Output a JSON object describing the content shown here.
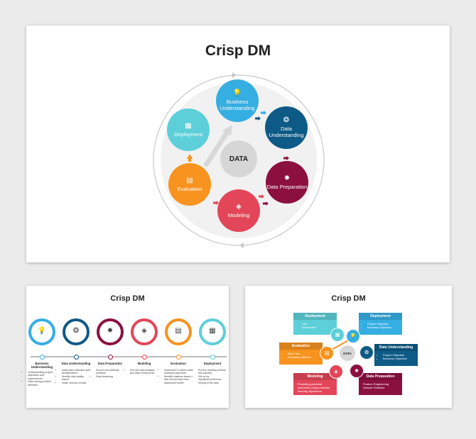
{
  "main_slide": {
    "title": "Crisp DM",
    "center": "DATA",
    "stages": [
      {
        "label": "Business Understanding",
        "color": "#35aee2",
        "icon": "lightbulb-icon"
      },
      {
        "label": "Data Understanding",
        "color": "#0e5a86",
        "icon": "brain-icon"
      },
      {
        "label": "Data Preparation",
        "color": "#8b1040",
        "icon": "gear-icon"
      },
      {
        "label": "Modeling",
        "color": "#e34659",
        "icon": "diamond-network-icon"
      },
      {
        "label": "Evaluation",
        "color": "#f7931e",
        "icon": "report-search-icon"
      },
      {
        "label": "Deployment",
        "color": "#5ccfd8",
        "icon": "deploy-icon"
      }
    ]
  },
  "timeline_slide": {
    "title": "Crisp DM",
    "stages": [
      {
        "title": "Business Understanding",
        "bullets": [
          "Understanding project objectives and requirements",
          "Data mining problem definition"
        ]
      },
      {
        "title": "Data Understanding",
        "bullets": [
          "Initial data collection and familiarization",
          "Identify data quality issues",
          "Initial, obvious results"
        ]
      },
      {
        "title": "Data Preparation",
        "bullets": [
          "Record and attribute selection",
          "Data cleansing"
        ]
      },
      {
        "title": "Modeling",
        "bullets": [
          "Run the data analysis and data mining tools"
        ]
      },
      {
        "title": "Evaluation",
        "bullets": [
          "Determine if results meet business objectives",
          "Identify business issues that should have been addressed earlier"
        ]
      },
      {
        "title": "Deployment",
        "bullets": [
          "Put the resulting models into practice",
          "Set up for repeated/continuous mining of the data"
        ]
      }
    ]
  },
  "cycle_slide": {
    "title": "Crisp DM",
    "center": "DATA",
    "boxes": [
      {
        "title": "Deployment",
        "items": [
          "UAT",
          "Automation"
        ],
        "color": "#5ccfd8"
      },
      {
        "title": "Deployment",
        "items": [
          "Project Objective",
          "Business Objective"
        ],
        "color": "#35aee2"
      },
      {
        "title": "Data Understanding",
        "items": [
          "Project Objective",
          "Business Objective"
        ],
        "color": "#0e5a86"
      },
      {
        "title": "Data Preparation",
        "text": "Feature Engineering Sample Headline",
        "color": "#8b1040"
      },
      {
        "title": "Modeling",
        "text": "Predicting potential customers using machine learning algorithms",
        "color": "#e34659"
      },
      {
        "title": "Evaluation",
        "items": [
          "Blind Test",
          "Evaluation Metrics"
        ],
        "color": "#f7931e"
      }
    ]
  }
}
